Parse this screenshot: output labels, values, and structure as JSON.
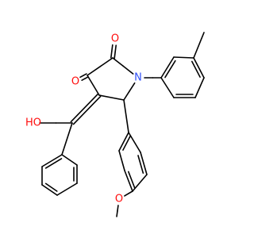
{
  "molecule": {
    "atoms": [
      {
        "id": "a1",
        "element": "O",
        "label": "O",
        "color": "#ff0d0d"
      },
      {
        "id": "a2",
        "element": "O",
        "label": "O",
        "color": "#ff0d0d"
      },
      {
        "id": "a3",
        "element": "N",
        "label": "N",
        "color": "#3050f8"
      },
      {
        "id": "a4",
        "element": "O",
        "label": "HO",
        "color": "#ff0d0d"
      },
      {
        "id": "a5",
        "element": "O",
        "label": "O",
        "color": "#ff0d0d"
      },
      {
        "id": "c1",
        "element": "C"
      },
      {
        "id": "c2",
        "element": "C"
      },
      {
        "id": "c3",
        "element": "C"
      },
      {
        "id": "c4",
        "element": "C"
      },
      {
        "id": "c5",
        "element": "C"
      },
      {
        "id": "c6",
        "element": "C"
      },
      {
        "id": "c7",
        "element": "C"
      },
      {
        "id": "c8",
        "element": "C"
      },
      {
        "id": "c9",
        "element": "C"
      },
      {
        "id": "c10",
        "element": "C"
      },
      {
        "id": "c11",
        "element": "C"
      },
      {
        "id": "c12",
        "element": "C"
      },
      {
        "id": "c13",
        "element": "C"
      },
      {
        "id": "c14",
        "element": "C"
      },
      {
        "id": "c15",
        "element": "C"
      },
      {
        "id": "c16",
        "element": "C"
      },
      {
        "id": "c17",
        "element": "C"
      },
      {
        "id": "c18",
        "element": "C"
      },
      {
        "id": "c19",
        "element": "C"
      },
      {
        "id": "c20",
        "element": "C"
      },
      {
        "id": "c21",
        "element": "C"
      },
      {
        "id": "c22",
        "element": "C"
      },
      {
        "id": "c23",
        "element": "C"
      },
      {
        "id": "c24",
        "element": "C"
      },
      {
        "id": "c25",
        "element": "C"
      }
    ],
    "bonds": [
      {
        "from": "c1",
        "to": "c2",
        "order": 1
      },
      {
        "from": "c2",
        "to": "a3",
        "order": 1
      },
      {
        "from": "a3",
        "to": "c4",
        "order": 1
      },
      {
        "from": "c4",
        "to": "c3",
        "order": 1
      },
      {
        "from": "c3",
        "to": "c1",
        "order": 1
      },
      {
        "from": "c1",
        "to": "a1",
        "order": 2
      },
      {
        "from": "c2",
        "to": "a2",
        "order": 2
      },
      {
        "from": "c3",
        "to": "c5",
        "order": 2
      },
      {
        "from": "c5",
        "to": "a4",
        "order": 1
      },
      {
        "from": "c5",
        "to": "c6",
        "order": 1
      },
      {
        "from": "c6",
        "to": "c7",
        "order": 2
      },
      {
        "from": "c7",
        "to": "c8",
        "order": 1
      },
      {
        "from": "c8",
        "to": "c9",
        "order": 2
      },
      {
        "from": "c9",
        "to": "c10",
        "order": 1
      },
      {
        "from": "c10",
        "to": "c11",
        "order": 2
      },
      {
        "from": "c11",
        "to": "c6",
        "order": 1
      },
      {
        "from": "a3",
        "to": "c12",
        "order": 1
      },
      {
        "from": "c12",
        "to": "c13",
        "order": 2
      },
      {
        "from": "c13",
        "to": "c14",
        "order": 1
      },
      {
        "from": "c14",
        "to": "c15",
        "order": 1
      },
      {
        "from": "c14",
        "to": "c16",
        "order": 2
      },
      {
        "from": "c16",
        "to": "c17",
        "order": 1
      },
      {
        "from": "c17",
        "to": "c18",
        "order": 2
      },
      {
        "from": "c18",
        "to": "c12",
        "order": 1
      },
      {
        "from": "c4",
        "to": "c19",
        "order": 1
      },
      {
        "from": "c19",
        "to": "c20",
        "order": 2
      },
      {
        "from": "c20",
        "to": "c21",
        "order": 1
      },
      {
        "from": "c21",
        "to": "c22",
        "order": 2
      },
      {
        "from": "c22",
        "to": "c23",
        "order": 1
      },
      {
        "from": "c23",
        "to": "c24",
        "order": 2
      },
      {
        "from": "c24",
        "to": "c19",
        "order": 1
      },
      {
        "from": "c22",
        "to": "a5",
        "order": 1
      },
      {
        "from": "a5",
        "to": "c25",
        "order": 1
      }
    ]
  }
}
